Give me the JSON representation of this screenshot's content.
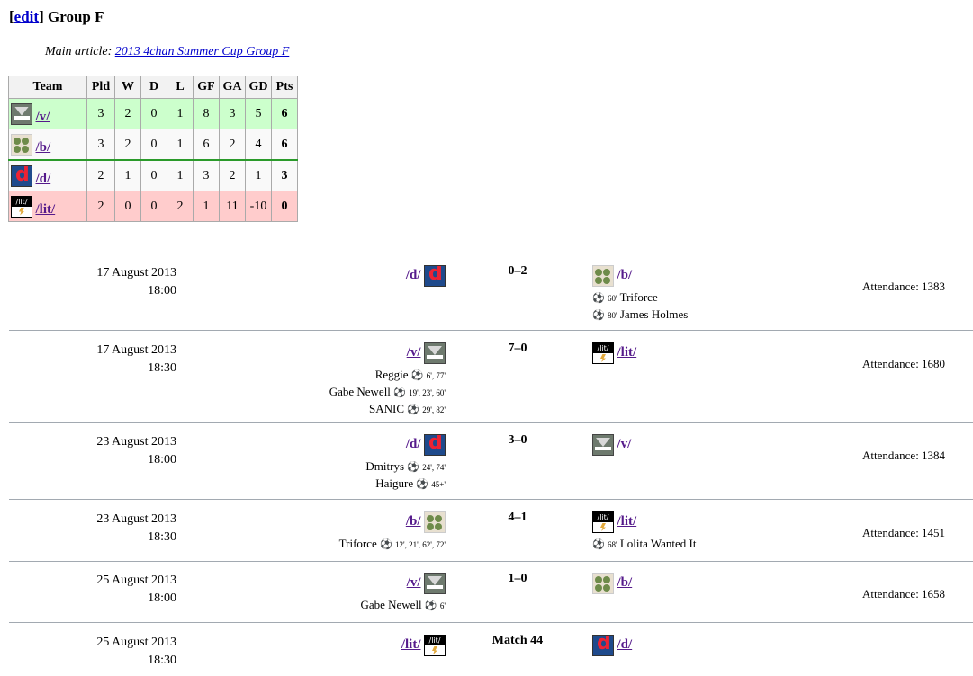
{
  "heading": {
    "edit": "edit",
    "title": "Group F"
  },
  "main_article": {
    "prefix": "Main article: ",
    "link": "2013 4chan Summer Cup Group F"
  },
  "standings": {
    "headers": [
      "Team",
      "Pld",
      "W",
      "D",
      "L",
      "GF",
      "GA",
      "GD",
      "Pts"
    ],
    "rows": [
      {
        "team": "/v/",
        "pld": "3",
        "w": "2",
        "d": "0",
        "l": "1",
        "gf": "8",
        "ga": "3",
        "gd": "5",
        "pts": "6"
      },
      {
        "team": "/b/",
        "pld": "3",
        "w": "2",
        "d": "0",
        "l": "1",
        "gf": "6",
        "ga": "2",
        "gd": "4",
        "pts": "6"
      },
      {
        "team": "/d/",
        "pld": "2",
        "w": "1",
        "d": "0",
        "l": "1",
        "gf": "3",
        "ga": "2",
        "gd": "1",
        "pts": "3"
      },
      {
        "team": "/lit/",
        "pld": "2",
        "w": "0",
        "d": "0",
        "l": "2",
        "gf": "1",
        "ga": "11",
        "gd": "-10",
        "pts": "0"
      }
    ],
    "colors": {
      "advance": "#ccffcc",
      "eliminated": "#ffcccc",
      "neutral": "#f9f9f9"
    }
  },
  "matches": [
    {
      "date": "17 August 2013",
      "time": "18:00",
      "home": "/d/",
      "score": "0–2",
      "away": "/b/",
      "home_scorers": [],
      "away_scorers": [
        {
          "name": "Triforce",
          "mins": "60'"
        },
        {
          "name": "James Holmes",
          "mins": "80'"
        }
      ],
      "attendance": "Attendance: 1383"
    },
    {
      "date": "17 August 2013",
      "time": "18:30",
      "home": "/v/",
      "score": "7–0",
      "away": "/lit/",
      "home_scorers": [
        {
          "name": "Reggie",
          "mins": "6', 77'"
        },
        {
          "name": "Gabe Newell",
          "mins": "19', 23', 60'"
        },
        {
          "name": "SANIC",
          "mins": "29', 82'"
        }
      ],
      "away_scorers": [],
      "attendance": "Attendance: 1680"
    },
    {
      "date": "23 August 2013",
      "time": "18:00",
      "home": "/d/",
      "score": "3–0",
      "away": "/v/",
      "home_scorers": [
        {
          "name": "Dmitrys",
          "mins": "24', 74'"
        },
        {
          "name": "Haigure",
          "mins": "45+'"
        }
      ],
      "away_scorers": [],
      "attendance": "Attendance: 1384"
    },
    {
      "date": "23 August 2013",
      "time": "18:30",
      "home": "/b/",
      "score": "4–1",
      "away": "/lit/",
      "home_scorers": [
        {
          "name": "Triforce",
          "mins": "12', 21', 62', 72'"
        }
      ],
      "away_scorers": [
        {
          "name": "Lolita Wanted It",
          "mins": "68'"
        }
      ],
      "attendance": "Attendance: 1451"
    },
    {
      "date": "25 August 2013",
      "time": "18:00",
      "home": "/v/",
      "score": "1–0",
      "away": "/b/",
      "home_scorers": [
        {
          "name": "Gabe Newell",
          "mins": "6'"
        }
      ],
      "away_scorers": [],
      "attendance": "Attendance: 1658"
    },
    {
      "date": "25 August 2013",
      "time": "18:30",
      "home": "/lit/",
      "score": "Match 44",
      "away": "/d/",
      "home_scorers": [],
      "away_scorers": [],
      "attendance": ""
    }
  ],
  "icons": {
    "ball": "football-icon"
  }
}
